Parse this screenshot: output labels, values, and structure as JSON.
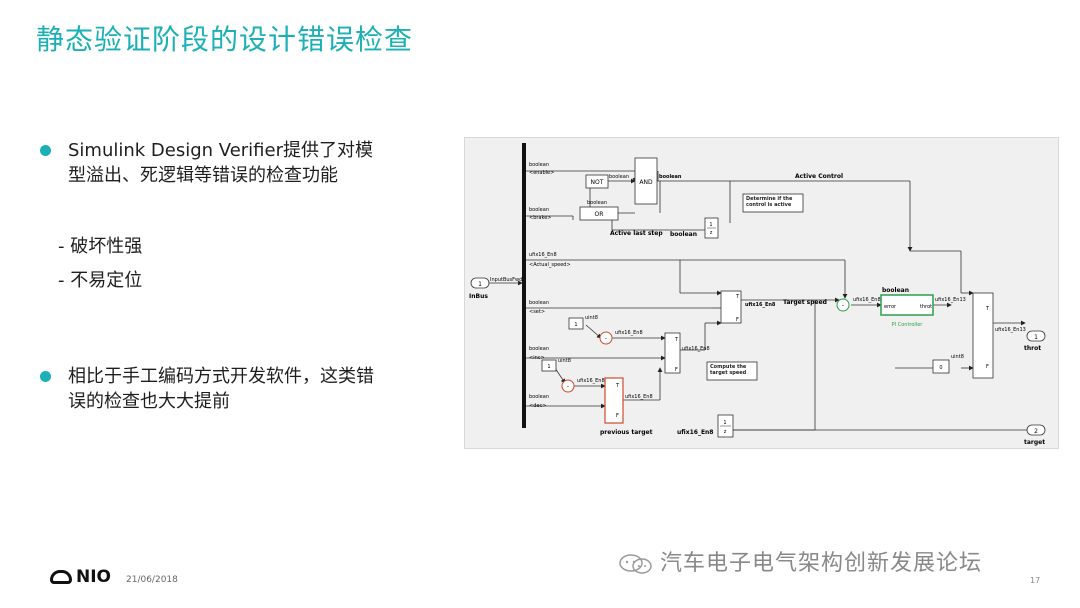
{
  "slide": {
    "title": "静态验证阶段的设计错误检查",
    "bullets": [
      {
        "text": "Simulink Design Verifier提供了对模型溢出、死逻辑等错误的检查功能"
      },
      {
        "text": "相比于手工编码方式开发软件，这类错误的检查也大大提前"
      }
    ],
    "sub_bullets": [
      "- 破坏性强",
      "- 不易定位"
    ]
  },
  "diagram": {
    "labels": {
      "inport1": "1",
      "inbus": "InBus",
      "bus_sig": "InputBusFwd",
      "sig_enable_type": "boolean",
      "sig_enable": "<enable>",
      "sig_brake_type": "boolean",
      "sig_brake": "<brake>",
      "sig_speed_type": "ufix16_En8",
      "sig_speed": "<Actual_speed>",
      "sig_set_type": "boolean",
      "sig_set": "<set>",
      "sig_inc_type": "boolean",
      "sig_inc": "<inc>",
      "sig_dec_type": "boolean",
      "sig_dec": "<dec>",
      "not_block": "NOT",
      "and_block": "AND",
      "or_block": "OR",
      "or_out": "boolean",
      "not_out": "boolean",
      "and_out": "boolean",
      "active_control": "Active Control",
      "note_active": "Determine if the control is active",
      "delay_num": "1",
      "delay_den": "z",
      "active_last_step": "Active last step",
      "delay_out": "boolean",
      "switch_t": "T",
      "switch_f": "F",
      "switch1_out": "ufix16_En8",
      "target_speed": "Target speed",
      "sum_sym": "-",
      "sum_out": "ufix16_En8",
      "pi_in_type": "boolean",
      "pi_error": "error",
      "pi_throt": "throt",
      "pi_name": "PI Controller",
      "pi_out": "ufix16_En13",
      "switch_out": "ufix16_En13",
      "outport1": "1",
      "outport1_name": "throt",
      "const_zero": "0",
      "const_zero_type": "uint8",
      "const1": "1",
      "const1_type": "uint8",
      "add1_out": "ufix16_En8",
      "const2": "1",
      "const2_type": "uint8",
      "add2_out": "ufix16_En8",
      "note_compute": "Compute the target speed",
      "sw3_out": "ufix16_En8",
      "previous_target": "previous target",
      "delay2_num": "1",
      "delay2_den": "z",
      "delay2_out": "ufix16_En8",
      "outport2": "2",
      "outport2_name": "target"
    }
  },
  "footer": {
    "brand": "NIO",
    "date": "21/06/2018",
    "watermark": "汽车电子电气架构创新发展论坛",
    "page": "17"
  }
}
